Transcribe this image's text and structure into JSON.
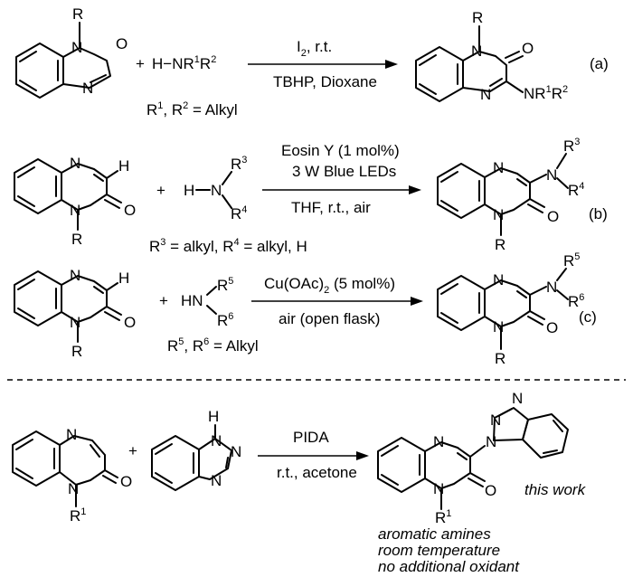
{
  "reactions": {
    "a": {
      "tag": "(a)",
      "reagent": {
        "pre": "H",
        "dash": "−",
        "main": "NR",
        "s1": "1",
        "mid": "R",
        "s2": "2"
      },
      "cond_top": "I",
      "cond_top_sub": "2",
      "cond_top_rest": ", r.t.",
      "cond_bottom": "TBHP, Dioxane",
      "def": {
        "r1": "R",
        "s1": "1",
        "sep": ", R",
        "s2": "2",
        "rest": " = Alkyl"
      },
      "sm_label": "R",
      "prod": {
        "label": "R",
        "amine_main": "NR",
        "s1": "1",
        "mid": "R",
        "s2": "2"
      }
    },
    "b": {
      "tag": "(b)",
      "cond_top1": "Eosin Y (1 mol%)",
      "cond_top2": "3 W Blue LEDs",
      "cond_bottom": "THF, r.t., air",
      "def": {
        "r3": "R",
        "s3": "3",
        "m1": " = alkyl, R",
        "s4": "4",
        "rest": " = alkyl, H"
      },
      "sm_label": "R",
      "amine": {
        "h": "H",
        "n": "N",
        "r3": "R",
        "s3": "3",
        "r4": "R",
        "s4": "4"
      },
      "prod": {
        "label": "R",
        "n": "N",
        "r3": "R",
        "s3": "3",
        "r4": "R",
        "s4": "4"
      }
    },
    "c": {
      "tag": "(c)",
      "cond_top": "Cu(OAc)",
      "cond_top_sub": "2",
      "cond_top_rest": " (5 mol%)",
      "cond_bottom": "air (open flask)",
      "def": {
        "r5": "R",
        "s5": "5",
        "sep": ", R",
        "s6": "6",
        "rest": " = Alkyl"
      },
      "sm_label": "R",
      "amine": {
        "hn": "HN",
        "r5": "R",
        "s5": "5",
        "r6": "R",
        "s6": "6"
      },
      "prod": {
        "label": "R",
        "n": "N",
        "r5": "R",
        "s5": "5",
        "r6": "R",
        "s6": "6"
      }
    },
    "this_work": {
      "cond_top": "PIDA",
      "cond_bottom": "r.t., acetone",
      "sm_label": "R",
      "sm_sup": "1",
      "prod_label": "R",
      "prod_sup": "1",
      "tag": "this work",
      "features": [
        "aromatic amines",
        "room temperature",
        "no additional oxidant"
      ]
    }
  },
  "atoms": {
    "N": "N",
    "O": "O",
    "H": "H",
    "NH": "H",
    "plus": "+"
  }
}
